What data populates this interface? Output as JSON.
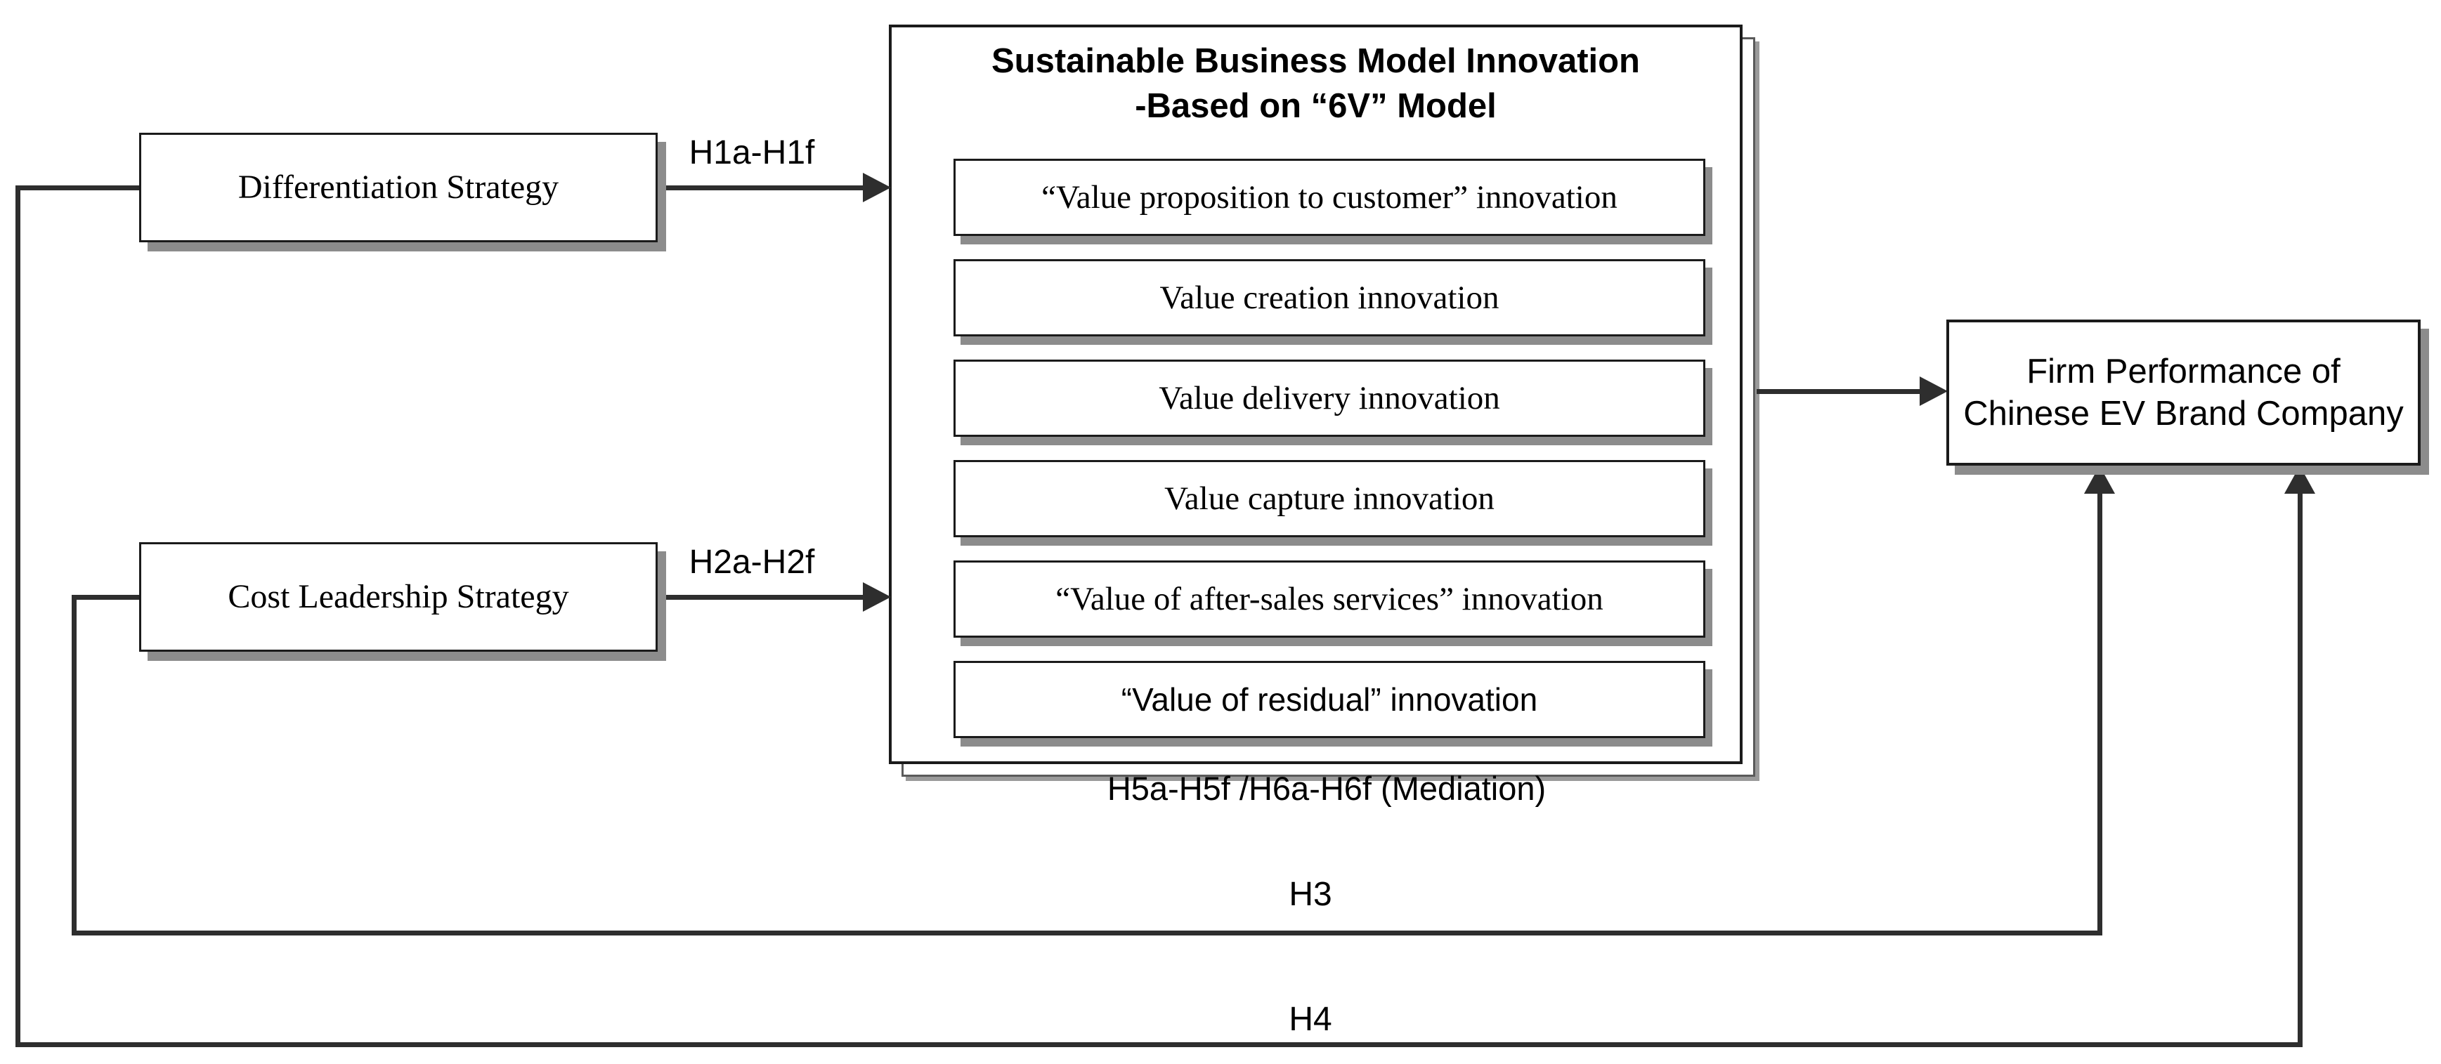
{
  "diagram": {
    "nodes": {
      "differentiation": {
        "label": "Differentiation Strategy"
      },
      "cost_leadership": {
        "label": "Cost Leadership Strategy"
      },
      "sbmi": {
        "title_line1": "Sustainable Business Model Innovation",
        "title_line2": "-Based on “6V” Model",
        "items": [
          {
            "label": "“Value proposition to customer” innovation"
          },
          {
            "label": "Value creation innovation"
          },
          {
            "label": "Value delivery innovation"
          },
          {
            "label": "Value capture innovation"
          },
          {
            "label": "“Value of after-sales services” innovation"
          },
          {
            "label": "“Value of residual” innovation"
          }
        ]
      },
      "firm_performance": {
        "label_line1": "Firm Performance of",
        "label_line2": "Chinese EV Brand Company"
      }
    },
    "edges": {
      "h1": {
        "label": "H1a-H1f"
      },
      "h2": {
        "label": "H2a-H2f"
      },
      "mediation": {
        "label": "H5a-H5f /H6a-H6f (Mediation)"
      },
      "h3": {
        "label": "H3"
      },
      "h4": {
        "label": "H4"
      }
    },
    "colors": {
      "background": "#ffffff",
      "line": "#2e2e2e",
      "box_border": "#1b1b1b",
      "shadow": "#8c8c8c",
      "text": "#000000"
    }
  }
}
